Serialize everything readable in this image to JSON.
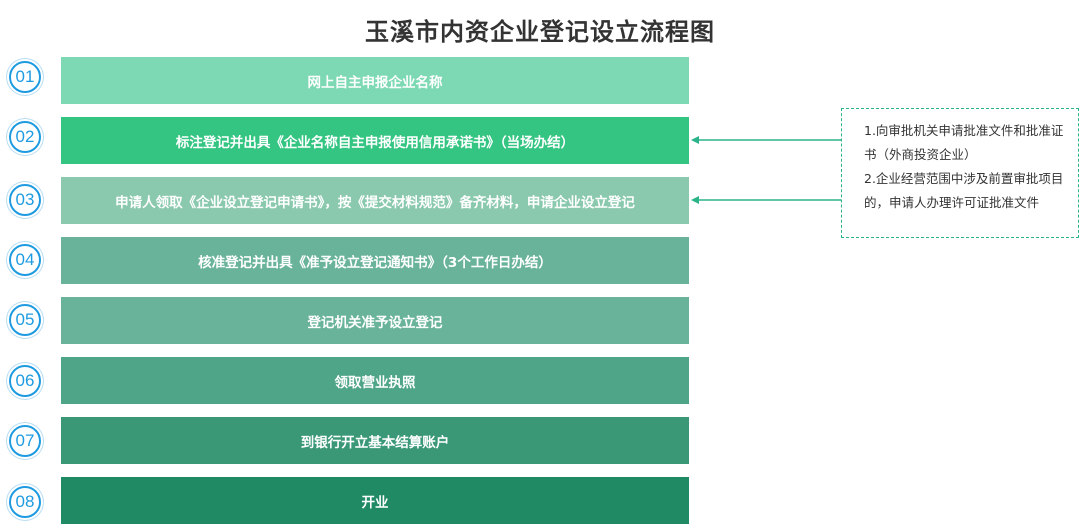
{
  "title": "玉溪市内资企业登记设立流程图",
  "steps": [
    {
      "num": "01",
      "text": "网上自主申报企业名称",
      "color": "#7dd9b3"
    },
    {
      "num": "02",
      "text": "标注登记并出具《企业名称自主申报使用信用承诺书》（当场办结）",
      "color": "#34c582"
    },
    {
      "num": "03",
      "text": "申请人领取《企业设立登记申请书》，按《提交材料规范》备齐材料，申请企业设立登记",
      "color": "#8ac9ae"
    },
    {
      "num": "04",
      "text": "核准登记并出具《准予设立登记通知书》（3个工作日办结）",
      "color": "#6ab39b"
    },
    {
      "num": "05",
      "text": "登记机关准予设立登记",
      "color": "#6ab39b"
    },
    {
      "num": "06",
      "text": "领取营业执照",
      "color": "#4fa587"
    },
    {
      "num": "07",
      "text": "到银行开立基本结算账户",
      "color": "#3a9877"
    },
    {
      "num": "08",
      "text": "开业",
      "color": "#1f8a63"
    }
  ],
  "note": {
    "lines": [
      "1.向审批机关申请批准文件和批准证书（外商投资企业）",
      "2.企业经营范围中涉及前置审批项目的，申请人办理许可证批准文件"
    ]
  },
  "colors": {
    "num_circle": "#1e9be0",
    "arrow": "#2bb38a",
    "note_border": "#2bb38a"
  }
}
